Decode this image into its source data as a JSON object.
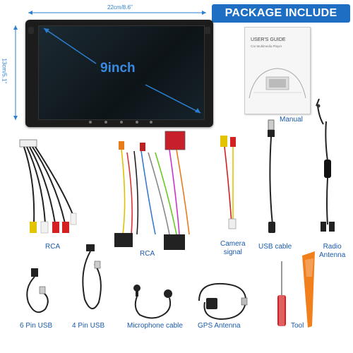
{
  "banner": {
    "title": "PACKAGE INCLUDE"
  },
  "device": {
    "width_label": "22cm/8.6''",
    "height_label": "13cm/5.1''",
    "screen_size": "9inch"
  },
  "manual": {
    "title": "USER'S GUIDE",
    "subtitle": "Car Multimedia Player",
    "label": "Manual"
  },
  "items": {
    "rca1": "RCA",
    "rca2": "RCA",
    "camera_line1": "Camera",
    "camera_line2": "signal",
    "usb_cable": "USB cable",
    "radio_line1": "Radio",
    "radio_line2": "Antenna",
    "usb6": "6 Pin USB",
    "usb4": "4 Pin USB",
    "mic": "Microphone cable",
    "gps": "GPS Antenna",
    "tool": "Tool"
  },
  "colors": {
    "accent": "#1e6fc4",
    "label": "#1a5aa8",
    "dimension": "#2a7fd0"
  }
}
